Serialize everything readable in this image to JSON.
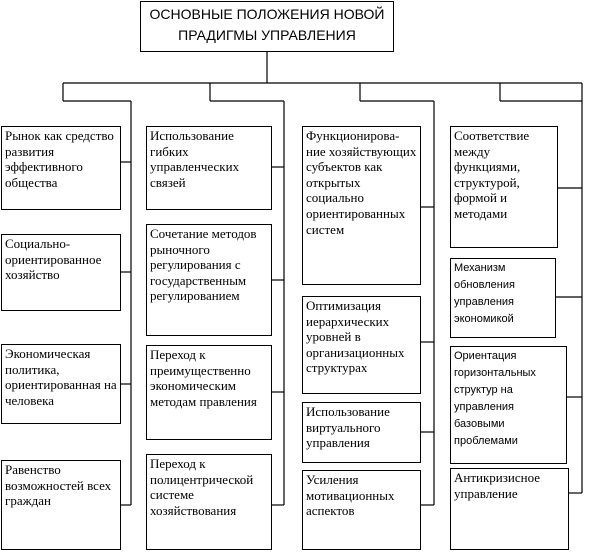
{
  "title": "ОСНОВНЫЕ ПОЛОЖЕНИЯ НОВОЙ ПРАДИГМЫ УПРАВЛЕНИЯ",
  "columns": [
    {
      "boxes": [
        "Рынок как средство развития эффективного общества",
        "Социально-ориентированное хозяйство",
        "Экономическая политика, ориентированная на человека",
        "Равенство возможностей всех граждан"
      ]
    },
    {
      "boxes": [
        "Использование гибких управленческих связей",
        "Сочетание методов рыночного регулирования с государственным регулированием",
        "Переход к преимущественно экономическим методам правления",
        "Переход к полицентрической системе хозяйствования"
      ]
    },
    {
      "boxes": [
        "Функционирова-ние хозяйствующих субъектов как открытых социально ориентированных систем",
        "Оптимизация иерархических уровней в организационных структурах",
        "Использование виртуального управления",
        "Усиления мотивационных аспектов"
      ]
    },
    {
      "boxes": [
        "Соответствие между функциями, структурой, формой и методами",
        "Механизм обновления управления экономикой",
        "Ориентация горизонтальных структур на управления базовыми проблемами",
        "Антикризисное управление"
      ]
    }
  ]
}
